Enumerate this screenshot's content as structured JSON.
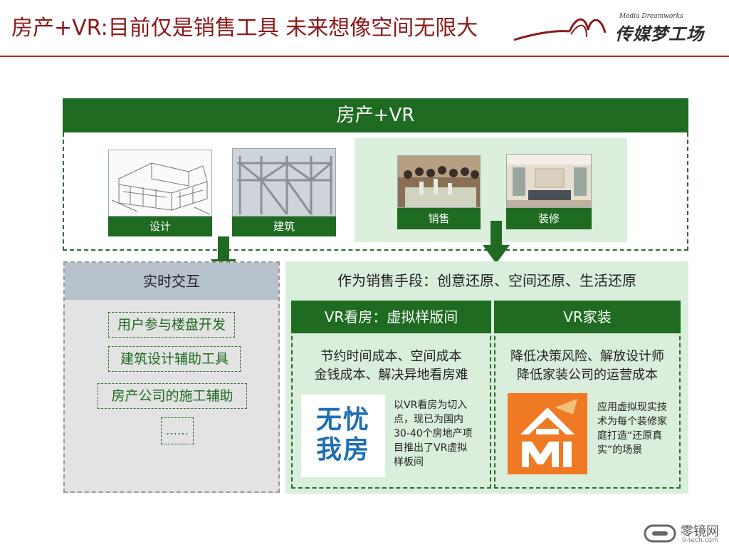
{
  "header": {
    "title": "房产+VR:目前仅是销售工具 未来想像空间无限大",
    "logo_en": "Media Dreamworks",
    "logo_cn": "传媒梦工场"
  },
  "top": {
    "title": "房产+VR",
    "cards": [
      {
        "label": "设计"
      },
      {
        "label": "建筑"
      },
      {
        "label": "销售"
      },
      {
        "label": "装修"
      }
    ]
  },
  "left": {
    "title": "实时交互",
    "items": [
      "用户参与楼盘开发",
      "建筑设计辅助工具",
      "房产公司的施工辅助",
      "……"
    ]
  },
  "right": {
    "title": "作为销售手段：创意还原、空间还原、生活还原",
    "vr_house": {
      "title": "VR看房：虚拟样版间",
      "line1": "节约时间成本、空间成本",
      "line2": "金钱成本、解决异地看房难",
      "brand_line1": "无忧",
      "brand_line2": "我房",
      "desc_lines": [
        "以VR看房为切入",
        "点，现已为国内",
        "30-40个房地产项",
        "目推出了VR虚拟",
        "样板间"
      ]
    },
    "vr_decor": {
      "title": "VR家装",
      "line1": "降低决策风险、解放设计师",
      "line2": "降低家装公司的运营成本",
      "desc_lines": [
        "应用虚拟现实技",
        "术为每个装修家",
        "庭打造“还原真",
        "实”的场景"
      ]
    }
  },
  "watermark": {
    "name": "零镜网",
    "url": "0-tech.com"
  },
  "colors": {
    "dark_green": "#1e6b21",
    "light_green": "#d9eedb",
    "title_red": "#8b1a1a",
    "orange": "#ef7a23",
    "blue": "#1f6fb2"
  }
}
